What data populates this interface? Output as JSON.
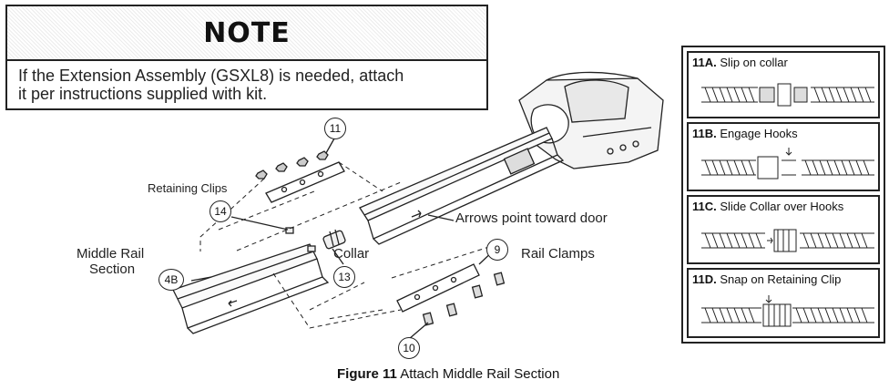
{
  "note": {
    "heading": "NOTE",
    "line1": "If the Extension Assembly (GSXL8) is needed, attach",
    "line2": "it per instructions supplied with kit."
  },
  "labels": {
    "retaining_clips": "Retaining Clips",
    "middle_rail_line1": "Middle Rail",
    "middle_rail_line2": "Section",
    "collar": "Collar",
    "arrows": "Arrows point toward door",
    "rail_clamps": "Rail Clamps"
  },
  "callouts": {
    "c11": "11",
    "c14": "14",
    "c4b": "4B",
    "c13": "13",
    "c9": "9",
    "c10": "10"
  },
  "steps": [
    {
      "id": "11A.",
      "text": "Slip on collar"
    },
    {
      "id": "11B.",
      "text": "Engage Hooks"
    },
    {
      "id": "11C.",
      "text": "Slide Collar over Hooks"
    },
    {
      "id": "11D.",
      "text": "Snap on Retaining Clip"
    }
  ],
  "figure": {
    "number": "Figure 11",
    "caption": "Attach Middle Rail Section"
  }
}
